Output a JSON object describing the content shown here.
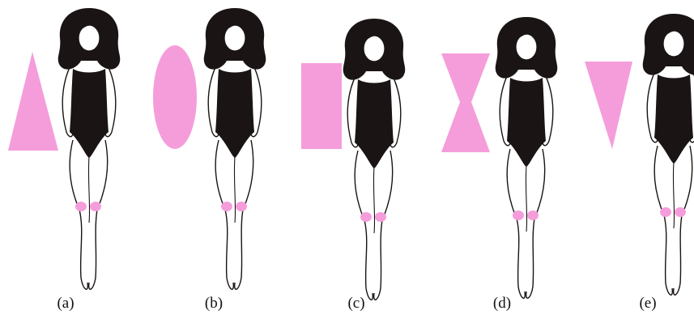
{
  "figure": {
    "panels": [
      {
        "caption": "(a)",
        "shape": "triangle",
        "shape_color": "#f59ddb"
      },
      {
        "caption": "(b)",
        "shape": "oval",
        "shape_color": "#f59ddb"
      },
      {
        "caption": "(c)",
        "shape": "rectangle",
        "shape_color": "#f59ddb"
      },
      {
        "caption": "(d)",
        "shape": "hourglass",
        "shape_color": "#f59ddb"
      },
      {
        "caption": "(e)",
        "shape": "inverted-triangle",
        "shape_color": "#f59ddb"
      }
    ],
    "colors": {
      "hair_and_swimsuit": "#1a1414",
      "skin": "#ffffff",
      "outline": "#1a1414",
      "knee_pads": "#f59ddb"
    }
  }
}
